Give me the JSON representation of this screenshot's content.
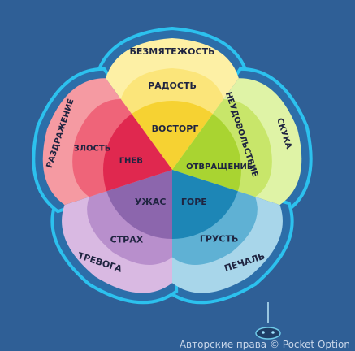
{
  "petals": {
    "yellow": {
      "outer": "БЕЗМЯТЕЖОСТЬ",
      "middle": "РАДОСТЬ",
      "inner": "ВОСТОРГ",
      "colors": [
        "#fdf0a5",
        "#fbe57a",
        "#f6d232"
      ]
    },
    "green": {
      "outer": "СКУКА",
      "middle": "НЕУДОВОЛЬСТВИЕ",
      "inner": "ОТВРАЩЕНИЕ",
      "colors": [
        "#dff3a6",
        "#c8e66a",
        "#a9d431"
      ]
    },
    "blue": {
      "outer": "ПЕЧАЛЬ",
      "middle": "ГРУСТЬ",
      "inner": "ГОРЕ",
      "colors": [
        "#a8d6ea",
        "#5fb1d4",
        "#1d86b6"
      ]
    },
    "purple": {
      "outer": "ТРЕВОГА",
      "middle": "СТРАХ",
      "inner": "УЖАС",
      "colors": [
        "#d9b9e2",
        "#b88fcc",
        "#8c66ad"
      ]
    },
    "red": {
      "outer": "РАЗДРАЖЕНИЕ",
      "middle": "ЗЛОСТЬ",
      "inner": "ГНЕВ",
      "colors": [
        "#f59aa2",
        "#ef6479",
        "#e0284f"
      ]
    }
  },
  "frame_color": "#2cc1ee",
  "background_color": "#2f5f96",
  "copyright": "Авторские права © Pocket Option"
}
